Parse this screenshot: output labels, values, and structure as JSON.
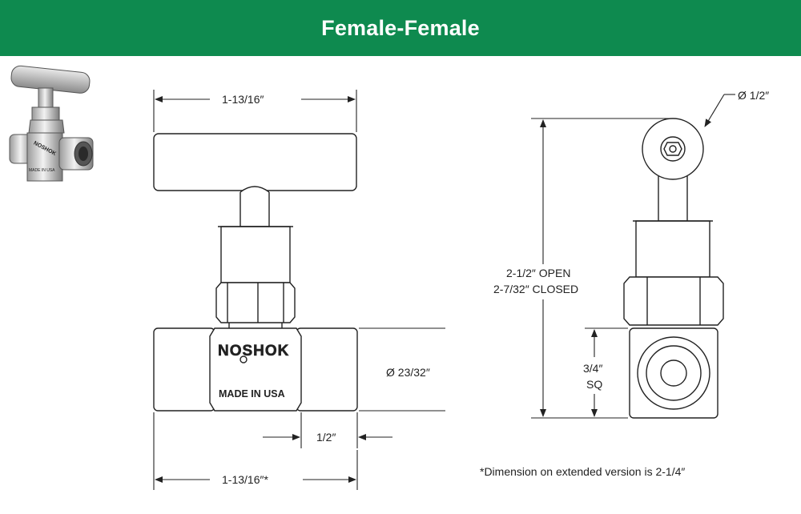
{
  "header": {
    "title": "Female-Female"
  },
  "front_view": {
    "top_width": "1-13/16″",
    "port_diameter": "Ø 23/32″",
    "port_depth": "1/2″",
    "overall_length": "1-13/16″*",
    "brand": "NOSHOK",
    "made_in": "MADE IN USA"
  },
  "side_view": {
    "handle_diameter": "Ø 1/2″",
    "height_open": "2-1/2″ OPEN",
    "height_closed": "2-7/32″ CLOSED",
    "body_size_line1": "3/4″",
    "body_size_line2": "SQ"
  },
  "thumbnail": {
    "brand": "NOSHOK",
    "made_in": "MADE IN USA"
  },
  "footnote": "*Dimension on extended version is 2-1/4″"
}
